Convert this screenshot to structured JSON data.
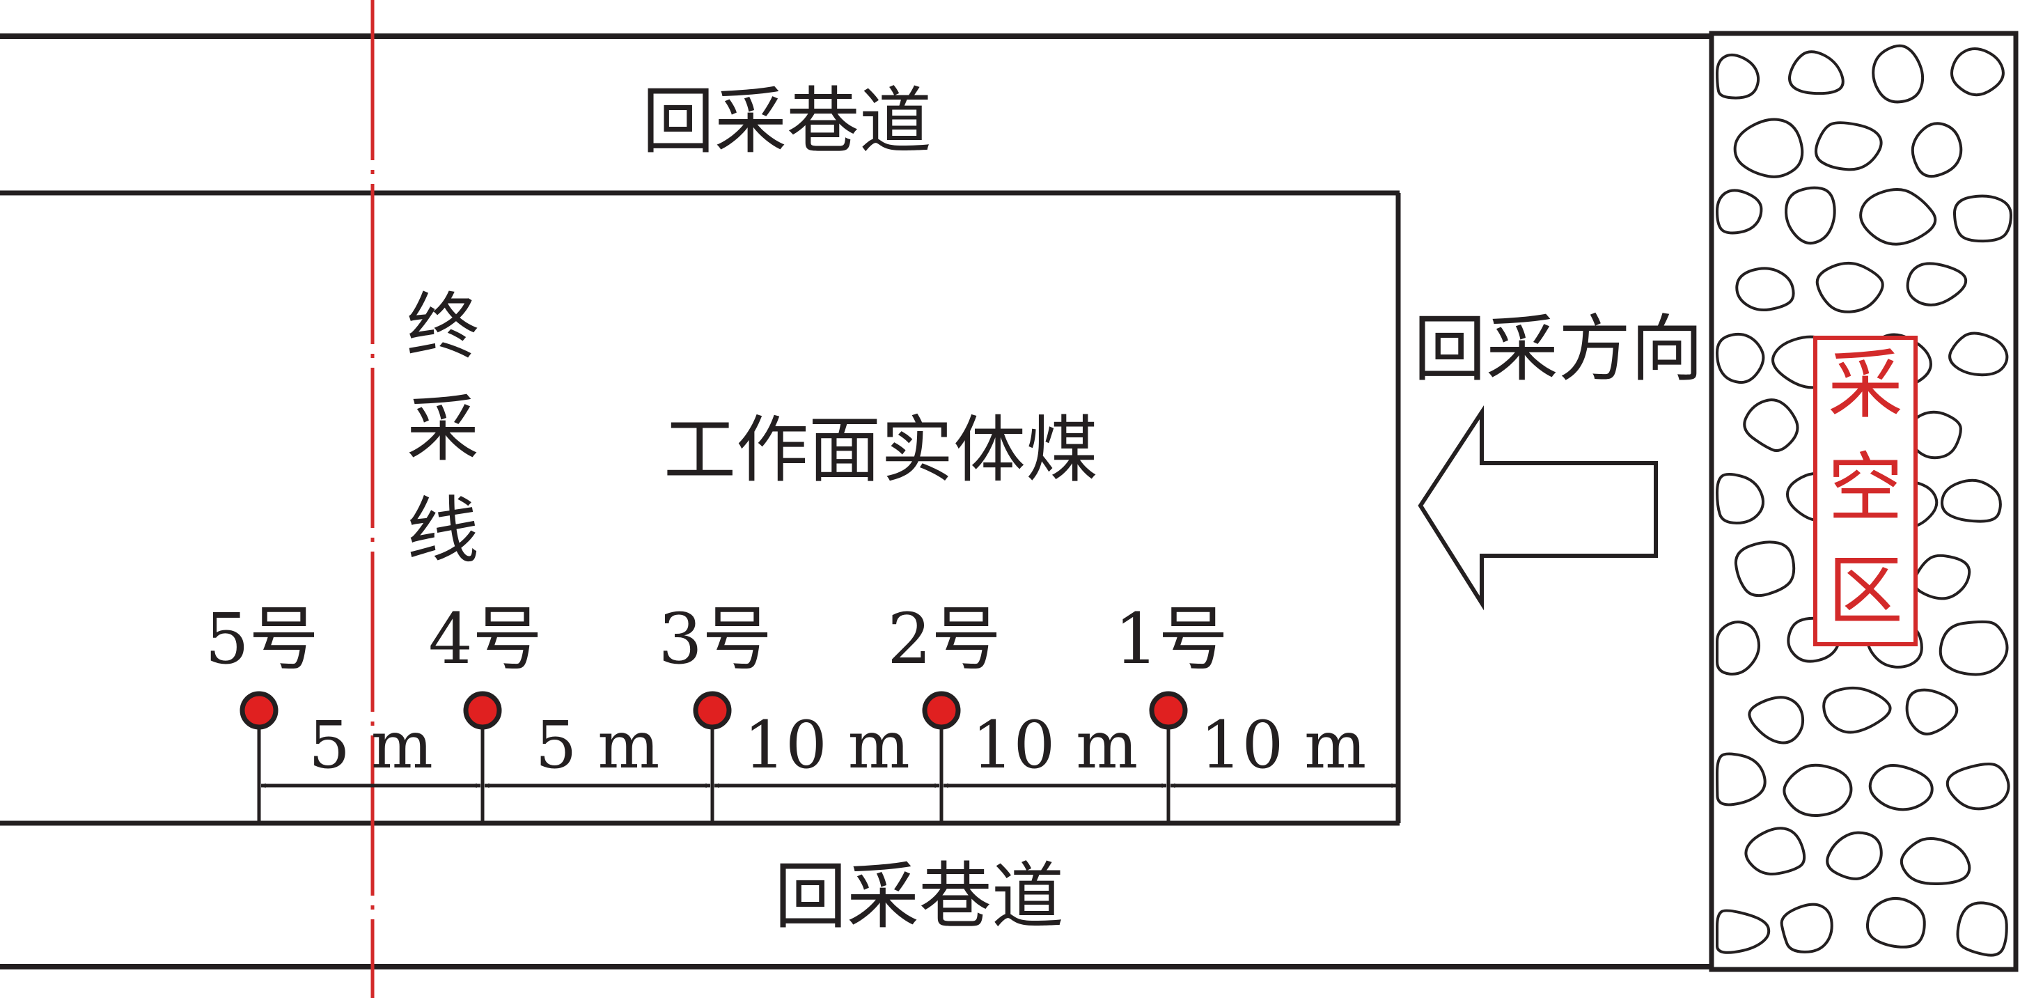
{
  "colors": {
    "line": "#231f20",
    "accent": "#d32a2a",
    "background": "#ffffff"
  },
  "labels": {
    "roadway_top": "回采巷道",
    "roadway_bottom": "回采巷道",
    "working_face": "工作面实体煤",
    "final_line": [
      "终",
      "采",
      "线"
    ],
    "mining_direction": "回采方向",
    "goaf": [
      "采",
      "空",
      "区"
    ]
  },
  "stations": [
    {
      "label": "5号"
    },
    {
      "label": "4号"
    },
    {
      "label": "3号"
    },
    {
      "label": "2号"
    },
    {
      "label": "1号"
    }
  ],
  "spacings": [
    "5 m",
    "5 m",
    "10 m",
    "10 m",
    "10 m"
  ]
}
